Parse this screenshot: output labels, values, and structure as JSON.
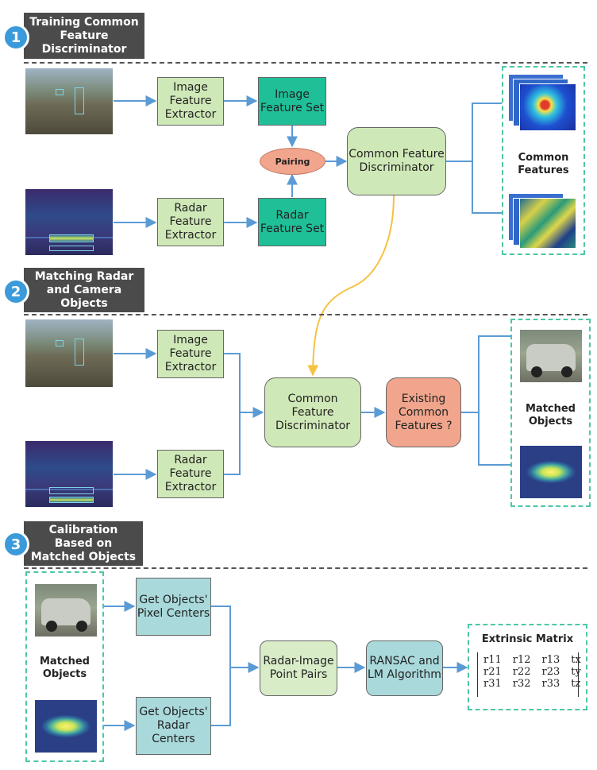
{
  "stages": [
    {
      "number": "1",
      "title": "Training Common Feature Discriminator"
    },
    {
      "number": "2",
      "title": "Matching Radar and Camera Objects"
    },
    {
      "number": "3",
      "title": "Calibration Based on Matched Objects"
    }
  ],
  "stage1": {
    "image_extractor": "Image Feature Extractor",
    "image_set": "Image Feature Set",
    "radar_extractor": "Radar Feature Extractor",
    "radar_set": "Radar Feature Set",
    "pairing": "Pairing",
    "discriminator": "Common Feature Discriminator",
    "output_label": "Common Features"
  },
  "stage2": {
    "image_extractor": "Image Feature Extractor",
    "radar_extractor": "Radar Feature Extractor",
    "discriminator": "Common Feature Discriminator",
    "decision": "Existing Common Features ?",
    "output_label": "Matched Objects"
  },
  "stage3": {
    "input_label": "Matched Objects",
    "pixel_centers": "Get Objects' Pixel Centers",
    "radar_centers": "Get Objects' Radar Centers",
    "point_pairs": "Radar-Image Point Pairs",
    "ransac": "RANSAC and LM Algorithm",
    "matrix_title": "Extrinsic Matrix",
    "matrix": [
      [
        "r11",
        "r12",
        "r13",
        "tx"
      ],
      [
        "r21",
        "r22",
        "r23",
        "ty"
      ],
      [
        "r31",
        "r32",
        "r33",
        "tz"
      ]
    ]
  },
  "colors": {
    "arrow": "#5b9bd5",
    "feedback_arrow": "#f5c242",
    "dashed_border": "#4cc7a6",
    "stage_badge": "#3b9ad9"
  }
}
